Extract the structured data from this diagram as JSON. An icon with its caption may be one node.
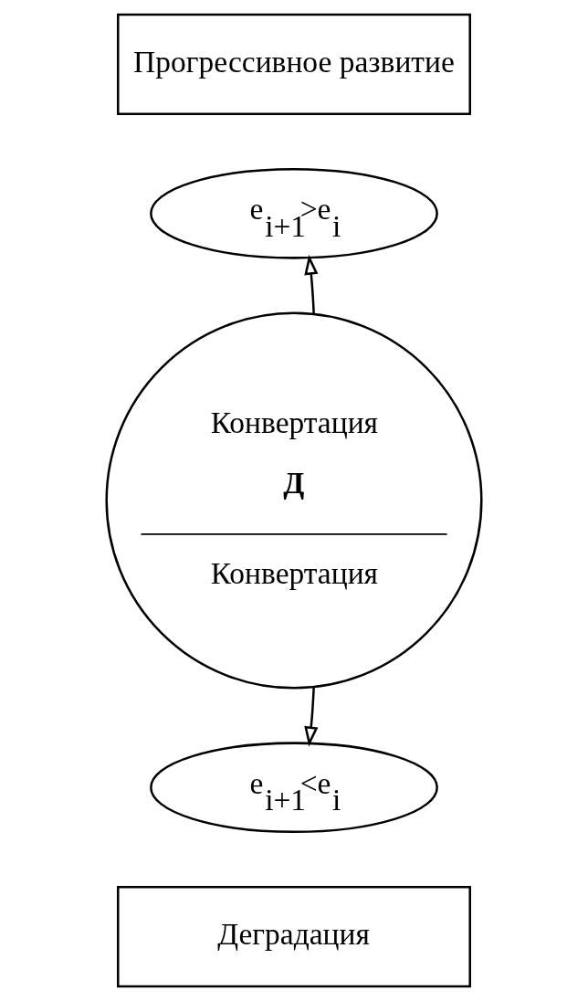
{
  "diagram": {
    "nodes": [
      {
        "text": [
          "Прогрессивное развитие"
        ]
      },
      {
        "text": [
          "e$_{i+1}$>e$_{i}$"
        ]
      },
      {
        "text": [
          "Конвертация",
          "Д",
          "Конвертация"
        ]
      },
      {
        "text": [
          "e$_{i+1}$<e$_{i}$"
        ]
      },
      {
        "text": [
          "Деградация"
        ]
      }
    ],
    "edges": [
      {
        "from": 2,
        "to": 1,
        "arrow": "to"
      },
      {
        "from": 2,
        "to": 3,
        "arrow": "to"
      }
    ]
  }
}
